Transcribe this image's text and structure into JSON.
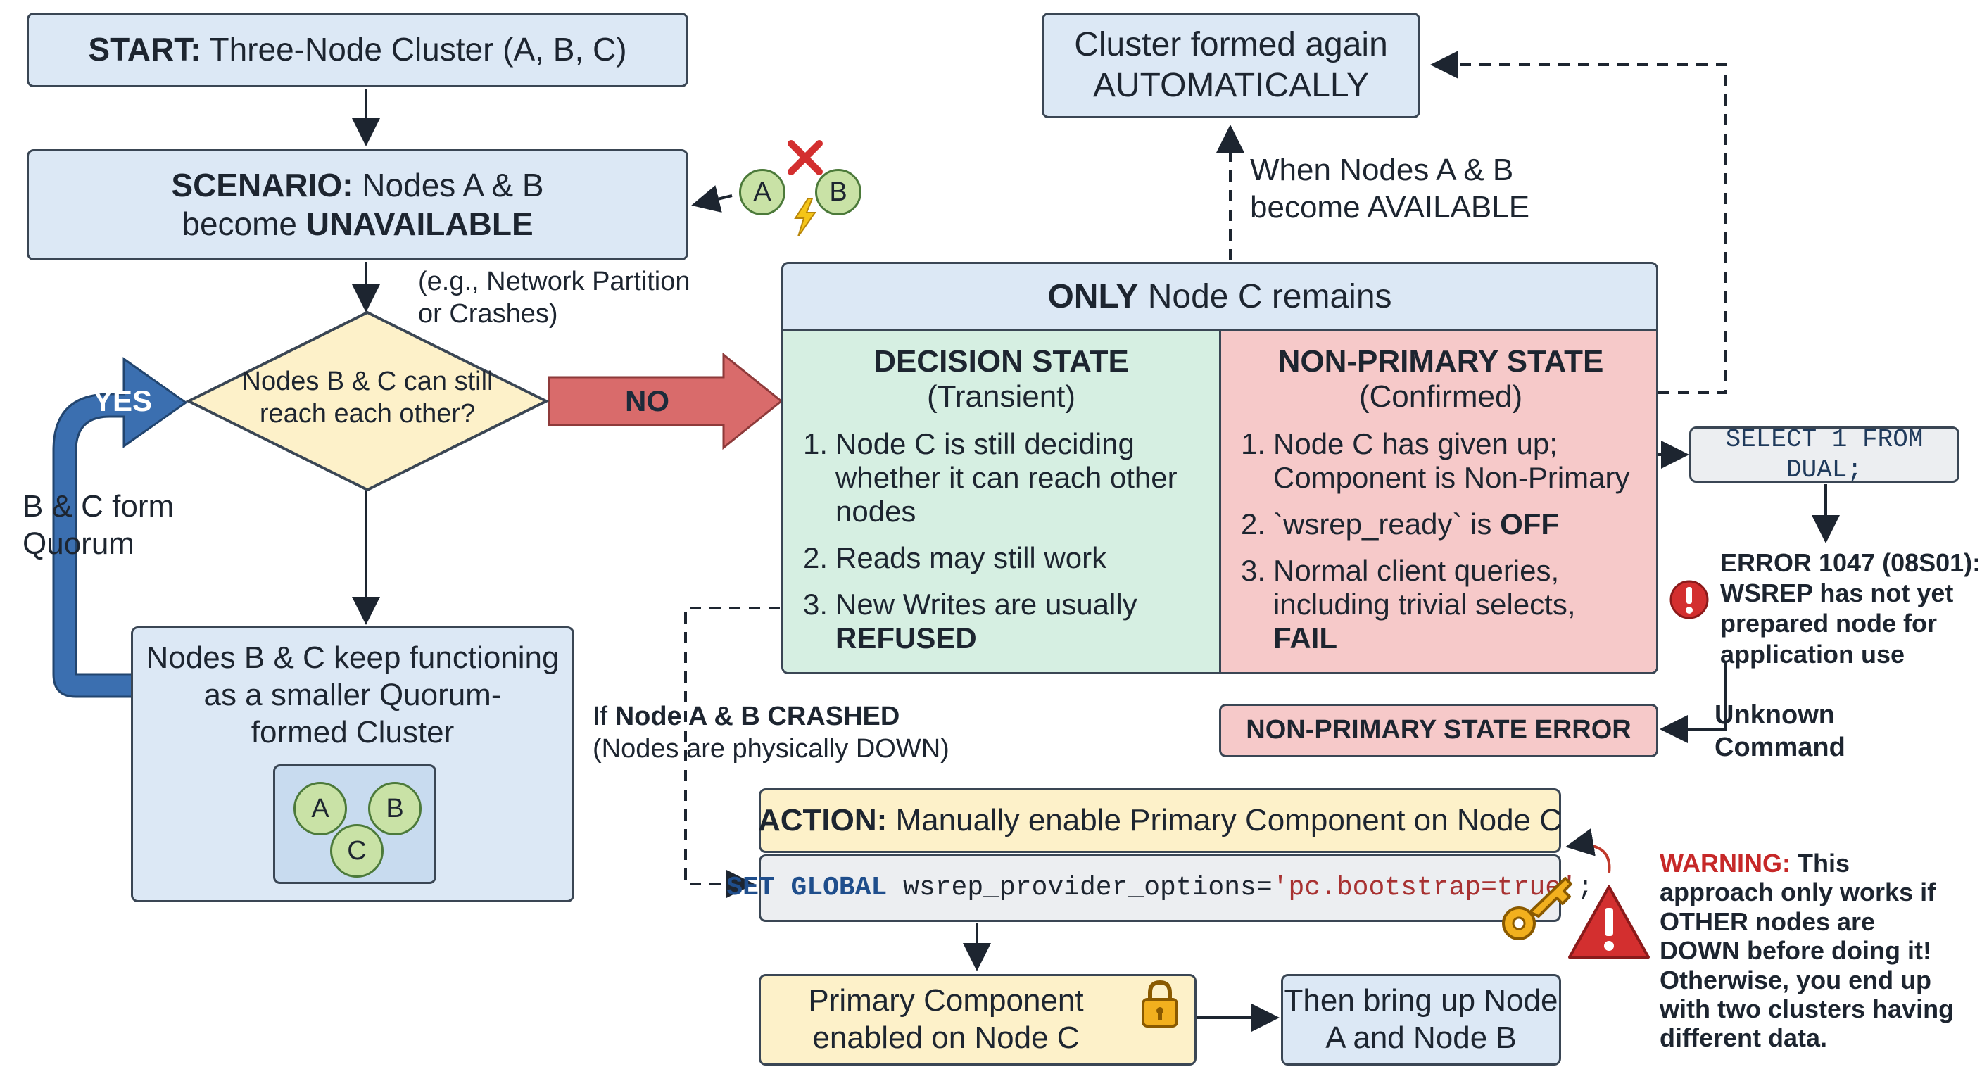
{
  "start": {
    "bold": "START:",
    "text": " Three-Node Cluster (A, B, C)"
  },
  "scenario": {
    "bold": "SCENARIO:",
    "text": " Nodes A & B",
    "line2_pre": "become ",
    "line2_bold": "UNAVAILABLE"
  },
  "scenario_icon": {
    "node_a": "A",
    "node_b": "B"
  },
  "note_partition": {
    "line1": "(e.g., Network Partition",
    "line2": "or Crashes)"
  },
  "decision": {
    "line1": "Nodes B & C can still",
    "line2": "reach each other?"
  },
  "yes_label": "YES",
  "no_label": "NO",
  "quorum_label": {
    "line1": "B & C form",
    "line2": "Quorum"
  },
  "quorum_cluster": {
    "line1": "Nodes B & C keep functioning",
    "line2": "as a smaller Quorum-",
    "line3": "formed Cluster",
    "nodes": [
      "A",
      "B",
      "C"
    ]
  },
  "cluster_again": {
    "line1": "Cluster formed again",
    "line2": "AUTOMATICALLY"
  },
  "available_label": {
    "line1": "When Nodes A & B",
    "line2": "become AVAILABLE"
  },
  "only_c": {
    "bold": "ONLY",
    "text": " Node C remains"
  },
  "decision_state": {
    "title": "DECISION STATE",
    "subtitle": "(Transient)",
    "items": [
      {
        "n": "1.",
        "text": "Node C is still deciding whether it can reach other nodes",
        "bold": ""
      },
      {
        "n": "2.",
        "text": "Reads may still work",
        "bold": ""
      },
      {
        "n": "3.",
        "text": "New Writes are usually ",
        "bold": "REFUSED"
      }
    ]
  },
  "non_primary_state": {
    "title": "NON-PRIMARY STATE",
    "subtitle": "(Confirmed)",
    "items": [
      {
        "n": "1.",
        "text": "Node C has given up; Component is Non-Primary",
        "bold": ""
      },
      {
        "n": "2.",
        "text": "`wsrep_ready` is ",
        "bold": "OFF"
      },
      {
        "n": "3.",
        "text": "Normal client queries, including trivial selects, ",
        "bold": "FAIL"
      }
    ]
  },
  "select_query": "SELECT 1 FROM DUAL;",
  "error_msg": {
    "line1": "ERROR 1047 (08S01):",
    "line2": "WSREP has not yet",
    "line3": "prepared node for",
    "line4": "application use"
  },
  "unknown_command": {
    "line1": "Unknown",
    "line2": "Command"
  },
  "non_primary_error": "NON-PRIMARY STATE ERROR",
  "crashed_label": {
    "pre": "If ",
    "bold": "Node A & B CRASHED",
    "line2": "(Nodes are physically DOWN)"
  },
  "action": {
    "bold": "ACTION:",
    "text": " Manually enable Primary Component on Node C"
  },
  "set_global": {
    "kw1": "SET",
    "kw2": "GLOBAL",
    "ident": " wsrep_provider_options=",
    "str": "'pc.bootstrap=true'",
    "end": ";"
  },
  "primary_enabled": {
    "line1": "Primary Component",
    "line2": "enabled on Node C"
  },
  "bring_up": {
    "line1": "Then bring up Node",
    "line2": "A and Node B"
  },
  "warning": {
    "bold": "WARNING:",
    "text": " This approach only works if OTHER nodes are DOWN before doing it! Otherwise, you end up with two clusters having different data."
  },
  "colors": {
    "accent_red": "#c62828",
    "arrow_blue": "#3b6fb0",
    "arrow_red": "#d96b6b",
    "string_red": "#a83232",
    "keyword_blue": "#1f4e8c"
  }
}
